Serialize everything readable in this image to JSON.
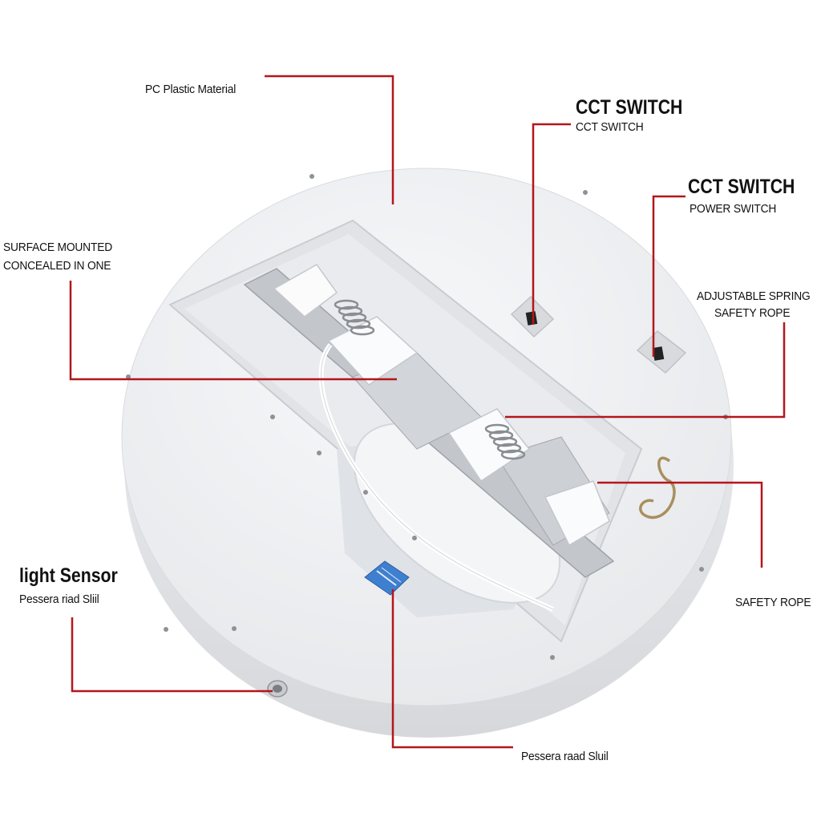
{
  "colors": {
    "leader_line": "#b4161c",
    "fixture_body": "#eeeff1",
    "fixture_rim": "#dcdee2",
    "metal": "#c3c6cb",
    "dip_switch": "#3f7fd0"
  },
  "labels": {
    "pc_plastic": "PC Plastic Material",
    "cct_title_1": "CCT SWITCH",
    "cct_sub_1": "CCT SWITCH",
    "cct_title_2": "CCT SWITCH",
    "power_switch": "POWER SWITCH",
    "surface_mounted_1": "SURFACE MOUNTED",
    "surface_mounted_2": "CONCEALED IN ONE",
    "adjustable_spring_1": "ADJUSTABLE SPRING",
    "adjustable_spring_2": "SAFETY ROPE",
    "safety_rope": "SAFETY ROPE",
    "light_sensor_title": "light Sensor",
    "light_sensor_sub": "Pessera riad Sliil",
    "bottom_label": "Pessera raad Sluil"
  }
}
